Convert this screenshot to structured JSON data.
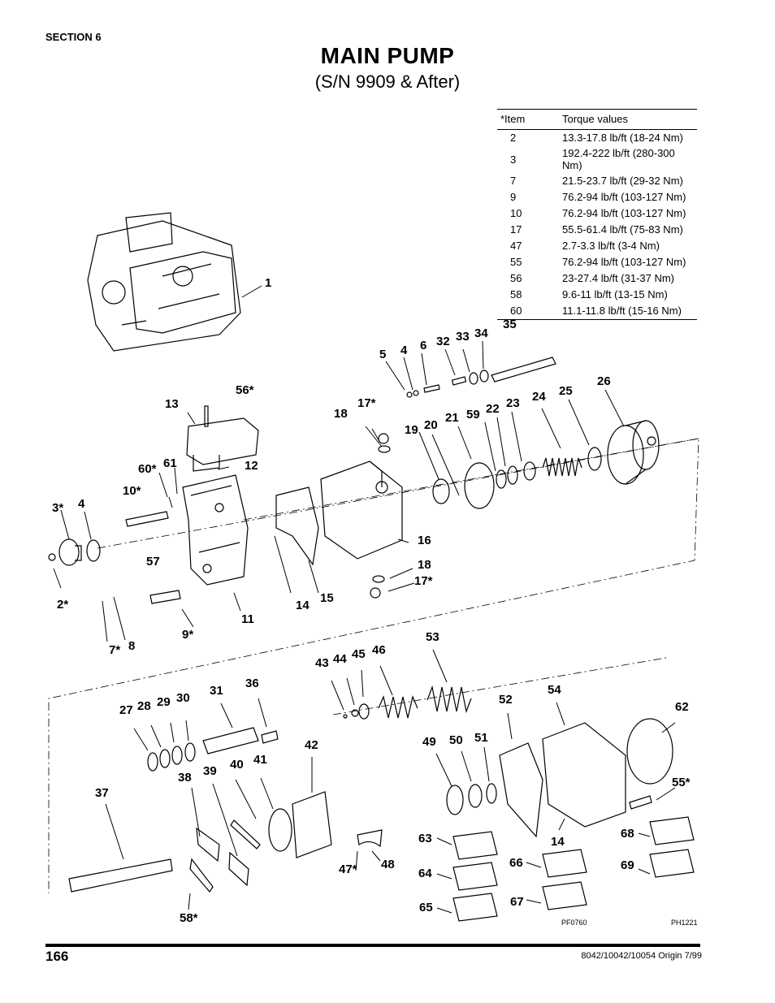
{
  "header": {
    "section": "SECTION 6",
    "title": "MAIN PUMP",
    "subtitle": "(S/N 9909 & After)"
  },
  "torque_table": {
    "headers": [
      "*Item",
      "Torque values"
    ],
    "rows": [
      [
        "2",
        "13.3-17.8 lb/ft (18-24 Nm)"
      ],
      [
        "3",
        "192.4-222 lb/ft (280-300 Nm)"
      ],
      [
        "7",
        "21.5-23.7 lb/ft (29-32 Nm)"
      ],
      [
        "9",
        "76.2-94 lb/ft (103-127 Nm)"
      ],
      [
        "10",
        "76.2-94 lb/ft (103-127 Nm)"
      ],
      [
        "17",
        "55.5-61.4 lb/ft (75-83 Nm)"
      ],
      [
        "47",
        "2.7-3.3 lb/ft (3-4 Nm)"
      ],
      [
        "55",
        "76.2-94 lb/ft (103-127 Nm)"
      ],
      [
        "56",
        "23-27.4 lb/ft (31-37 Nm)"
      ],
      [
        "58",
        "9.6-11 lb/ft (13-15 Nm)"
      ],
      [
        "60",
        "11.1-11.8 lb/ft (15-16 Nm)"
      ]
    ]
  },
  "callouts": {
    "c1": "1",
    "c2": "2*",
    "c3": "3*",
    "c4a": "4",
    "c4b": "4",
    "c5": "5",
    "c6": "6",
    "c7": "7*",
    "c8": "8",
    "c9": "9*",
    "c10": "10*",
    "c11": "11",
    "c12": "12",
    "c13": "13",
    "c14a": "14",
    "c14b": "14",
    "c15": "15",
    "c16": "16",
    "c17a": "17*",
    "c17b": "17*",
    "c18a": "18",
    "c18b": "18",
    "c19": "19",
    "c20": "20",
    "c21": "21",
    "c22": "22",
    "c23": "23",
    "c24": "24",
    "c25": "25",
    "c26": "26",
    "c27": "27",
    "c28": "28",
    "c29": "29",
    "c30": "30",
    "c31": "31",
    "c32": "32",
    "c33": "33",
    "c34": "34",
    "c35": "35",
    "c36": "36",
    "c37": "37",
    "c38": "38",
    "c39": "39",
    "c40": "40",
    "c41": "41",
    "c42": "42",
    "c43": "43",
    "c44": "44",
    "c45": "45",
    "c46": "46",
    "c47": "47*",
    "c48": "48",
    "c49": "49",
    "c50": "50",
    "c51": "51",
    "c52": "52",
    "c53": "53",
    "c54": "54",
    "c55": "55*",
    "c56": "56*",
    "c57": "57",
    "c58": "58*",
    "c59": "59",
    "c60": "60*",
    "c61": "61",
    "c62": "62",
    "c63": "63",
    "c64": "64",
    "c65": "65",
    "c66": "66",
    "c67": "67",
    "c68": "68",
    "c69": "69"
  },
  "figure_refs": {
    "left": "PF0760",
    "right": "PH1221"
  },
  "footer": {
    "page_number": "166",
    "doc_ref": "8042/10042/10054 Origin 7/99"
  }
}
